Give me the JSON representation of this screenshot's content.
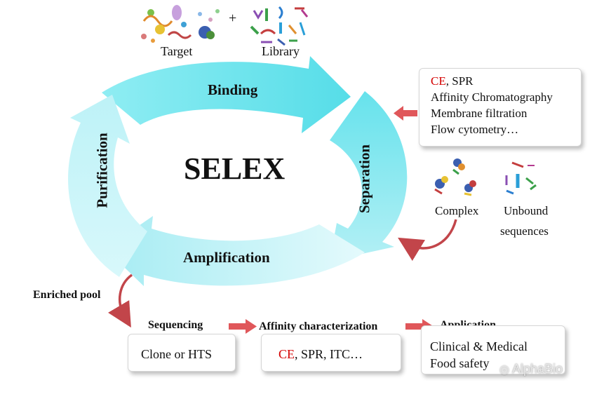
{
  "top": {
    "target_label": "Target",
    "plus_sign": "+",
    "library_label": "Library"
  },
  "cycle": {
    "center_label": "SELEX",
    "steps": [
      "Binding",
      "Separation",
      "Amplification",
      "Purification"
    ]
  },
  "separation_methods": {
    "line1_red": "CE",
    "line1_rest": ", SPR",
    "line2": "Affinity  Chromatography",
    "line3": "Membrane filtration",
    "line4": "Flow cytometry…"
  },
  "separation_outputs": {
    "complex_label": "Complex",
    "unbound_line1": "Unbound",
    "unbound_line2": "sequences"
  },
  "enriched_pool_label": "Enriched pool",
  "downstream": {
    "sequencing": {
      "title": "Sequencing",
      "text": "Clone or HTS"
    },
    "affinity": {
      "title": "Affinity  characterization",
      "text_red": "CE",
      "text_rest": ", SPR, ITC…"
    },
    "application": {
      "title": "Application",
      "line1": "Clinical  &  Medical",
      "line2": "Food safety"
    }
  },
  "watermark": "AlphaBio",
  "colors": {
    "arrow_cyan": "#6ee6ee",
    "arrow_light": "#c4f4f8",
    "arrow_mid": "#9deef4",
    "red_arrow": "#e0575a",
    "curve_arrow": "#c2454a",
    "highlight_red": "#d40000"
  }
}
